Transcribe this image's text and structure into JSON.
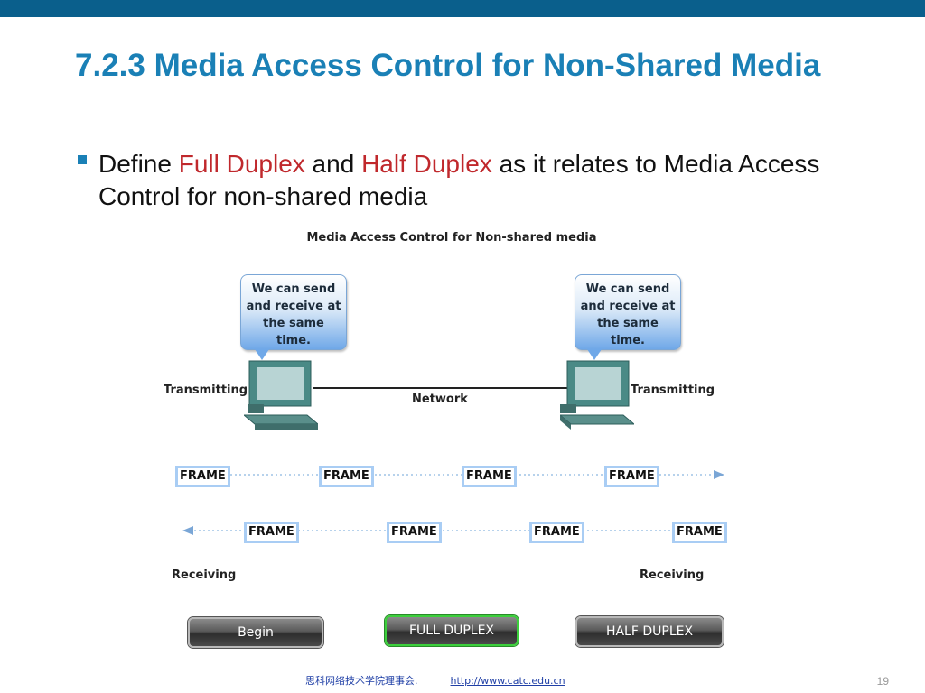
{
  "slide": {
    "title": "7.2.3 Media Access Control for Non-Shared Media",
    "bullet": {
      "prefix": "Define ",
      "term1": "Full Duplex",
      "middle": " and ",
      "term2": "Half Duplex",
      "suffix": " as it relates to Media Access Control for non-shared media"
    },
    "colors": {
      "title": "#1a80b6",
      "highlight": "#c0282c",
      "top_bar": "#0a5f8c"
    }
  },
  "figure": {
    "title": "Media Access Control for Non-shared media",
    "left_bubble": "We can send and receive at the same time.",
    "right_bubble": "We can send and receive at the same time.",
    "left_label_top": "Transmitting",
    "right_label_top": "Transmitting",
    "network_label": "Network",
    "frame_label": "FRAME",
    "left_label_bottom": "Receiving",
    "right_label_bottom": "Receiving",
    "icons": [
      "computer-icon",
      "arrow-right-icon",
      "arrow-left-icon"
    ]
  },
  "buttons": {
    "begin": "Begin",
    "full_duplex": "FULL DUPLEX",
    "half_duplex": "HALF DUPLEX",
    "active": "FULL DUPLEX"
  },
  "footer": {
    "org": "思科网络技术学院理事会.",
    "url": "http://www.catc.edu.cn",
    "page_number": "19"
  }
}
